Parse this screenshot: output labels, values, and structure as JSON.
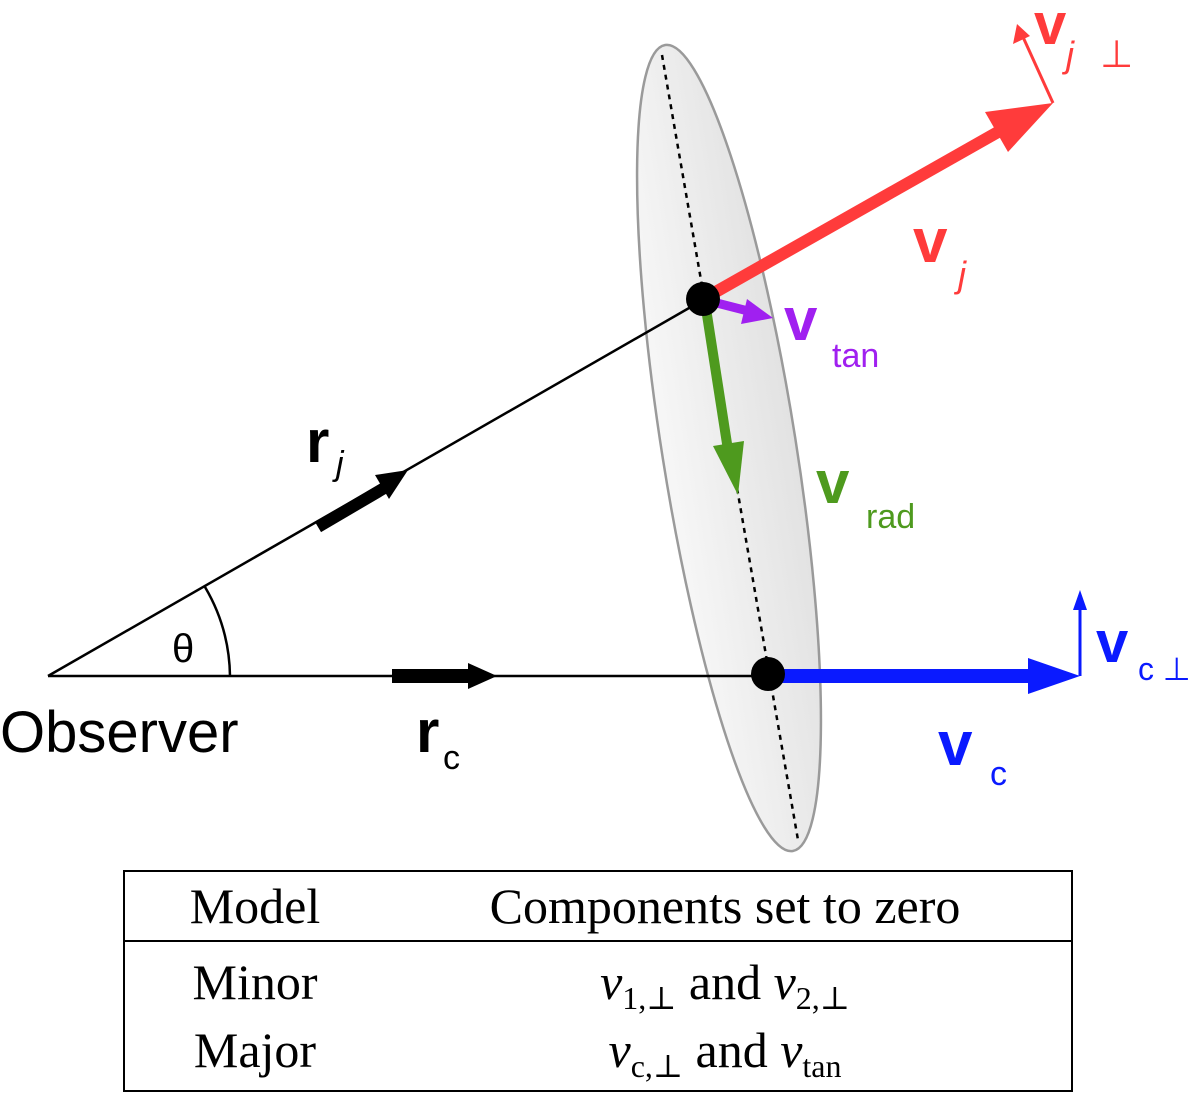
{
  "diagram": {
    "observer_label": "Observer",
    "theta_label": "θ",
    "vectors": {
      "r_j": {
        "main": "r",
        "sub": "j"
      },
      "r_c": {
        "main": "r",
        "sub": "c"
      },
      "v_j": {
        "main": "v",
        "sub": "j",
        "color": "#ff3b3b"
      },
      "v_j_perp": {
        "main": "v",
        "sub": "j",
        "sub2": "⊥",
        "color": "#ff3b3b"
      },
      "v_tan": {
        "main": "v",
        "sub": "tan",
        "color": "#a020f0"
      },
      "v_rad": {
        "main": "v",
        "sub": "rad",
        "color": "#4e9a1e"
      },
      "v_c": {
        "main": "v",
        "sub": "c",
        "color": "#0a1aff"
      },
      "v_c_perp": {
        "main": "v",
        "sub": "c ⊥",
        "color": "#0a1aff"
      }
    },
    "colors": {
      "ellipse_fill": "#ededed",
      "ellipse_stroke": "#9a9a9a",
      "line": "#000000"
    }
  },
  "table": {
    "headers": [
      "Model",
      "Components set to zero"
    ],
    "rows": [
      {
        "model": "Minor",
        "v1": "v",
        "s1": "1,⊥",
        "and": " and ",
        "v2": "v",
        "s2": "2,⊥"
      },
      {
        "model": "Major",
        "v1": "v",
        "s1": "c,⊥",
        "and": " and ",
        "v2": "v",
        "s2": "tan"
      }
    ]
  }
}
